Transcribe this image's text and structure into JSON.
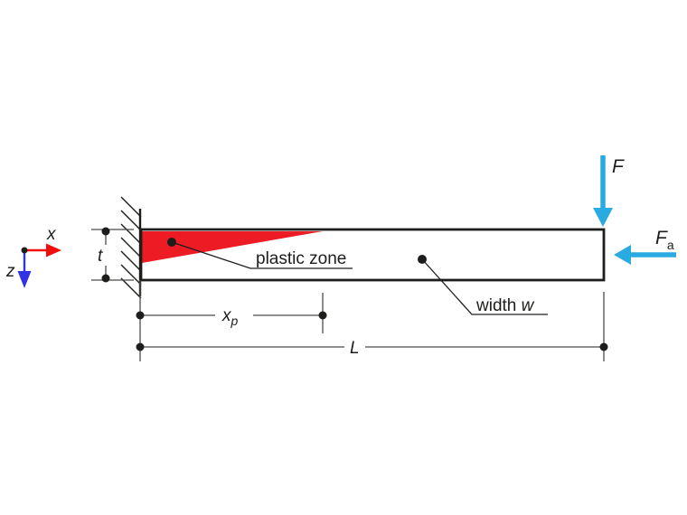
{
  "colors": {
    "force_cyan": "#29ABE2",
    "zone_red": "#ED1C24",
    "axis_x_red": "#F20D0D",
    "axis_z_blue": "#3333E6",
    "outline_black": "#1D1D1B",
    "dim_gray": "#4A4A48"
  },
  "axes": {
    "x_label": "x",
    "z_label": "z"
  },
  "callouts": {
    "plastic_zone": "plastic zone",
    "width_prefix": "width ",
    "width_symbol": "w"
  },
  "dimensions": {
    "thickness": "t",
    "plastic_length_base": "x",
    "plastic_length_sub": "p",
    "beam_length": "L"
  },
  "forces": {
    "transverse": "F",
    "axial_base": "F",
    "axial_sub": "a"
  }
}
